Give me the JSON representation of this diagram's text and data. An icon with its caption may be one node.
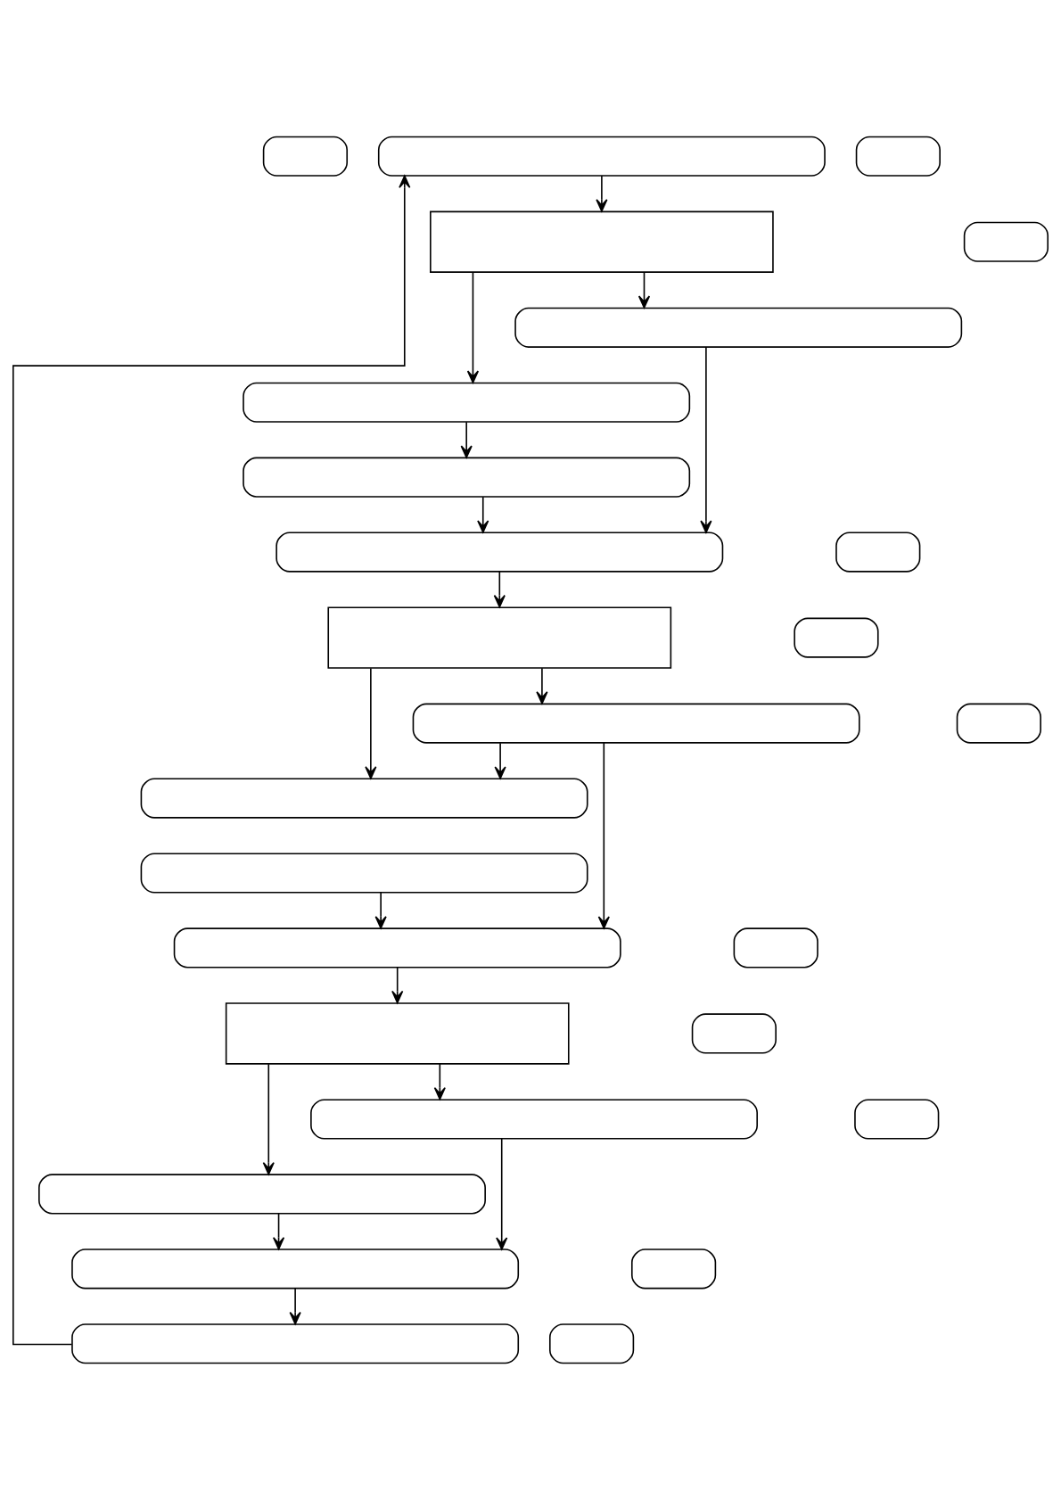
{
  "diagram": {
    "nodes": [
      {
        "text": [],
        "shape": "box"
      },
      {
        "text": [],
        "shape": "box"
      },
      {
        "text": [],
        "shape": "box"
      },
      {
        "text": [],
        "shape": "box"
      },
      {
        "text": [],
        "shape": "box"
      },
      {
        "text": [],
        "shape": "box"
      },
      {
        "text": [],
        "shape": "box"
      },
      {
        "text": [],
        "shape": "box"
      },
      {
        "text": [],
        "shape": "box"
      },
      {
        "text": [],
        "shape": "box"
      },
      {
        "text": [],
        "shape": "box"
      },
      {
        "text": [],
        "shape": "box"
      },
      {
        "text": [],
        "shape": "box"
      },
      {
        "text": [],
        "shape": "box"
      },
      {
        "text": [],
        "shape": "box"
      },
      {
        "text": [],
        "shape": "box"
      },
      {
        "text": [],
        "shape": "box"
      },
      {
        "text": [],
        "shape": "box"
      },
      {
        "text": [],
        "shape": "box"
      },
      {
        "text": [],
        "shape": "box"
      },
      {
        "text": [],
        "shape": "box"
      },
      {
        "text": [],
        "shape": "box"
      },
      {
        "text": [],
        "shape": "box"
      },
      {
        "text": [],
        "shape": "box"
      },
      {
        "text": [],
        "shape": "box"
      },
      {
        "text": [],
        "shape": "box"
      },
      {
        "text": [],
        "shape": "box"
      }
    ],
    "edges": [
      {
        "from": 1,
        "to": 3,
        "arrow": "to"
      },
      {
        "from": 3,
        "to": 4,
        "arrow": "to"
      },
      {
        "from": 3,
        "to": 5,
        "arrow": "to"
      },
      {
        "from": 4,
        "to": 8,
        "arrow": "to"
      },
      {
        "from": 5,
        "to": 6,
        "arrow": "to"
      },
      {
        "from": 6,
        "to": 8,
        "arrow": "to"
      },
      {
        "from": 8,
        "to": 10,
        "arrow": "to"
      },
      {
        "from": 10,
        "to": 12,
        "arrow": "to"
      },
      {
        "from": 10,
        "to": 13,
        "arrow": "to"
      },
      {
        "from": 12,
        "to": 16,
        "arrow": "to"
      },
      {
        "from": 12,
        "to": 13,
        "arrow": "to"
      },
      {
        "from": 14,
        "to": 16,
        "arrow": "to"
      },
      {
        "from": 16,
        "to": 18,
        "arrow": "to"
      },
      {
        "from": 18,
        "to": 20,
        "arrow": "to"
      },
      {
        "from": 18,
        "to": 21,
        "arrow": "to"
      },
      {
        "from": 20,
        "to": 23,
        "arrow": "to"
      },
      {
        "from": 21,
        "to": 23,
        "arrow": "to"
      },
      {
        "from": 23,
        "to": 25,
        "arrow": "to"
      },
      {
        "from": 25,
        "to": 1,
        "arrow": "to"
      }
    ]
  }
}
